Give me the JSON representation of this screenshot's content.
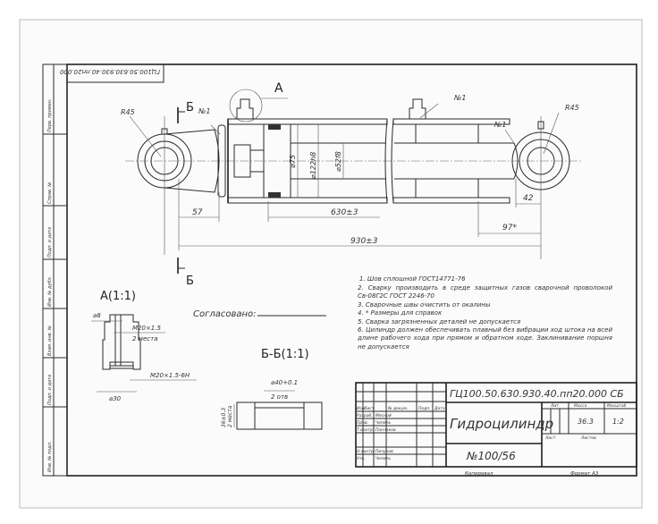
{
  "drawing": {
    "stamp_code": "ГЦ100.50.630.930.40.пп20.000",
    "section_marker": "Б",
    "detail_marker": "А",
    "left_stamp_labels": [
      "Перв. примен.",
      "Справ. №",
      "Подп. и дата",
      "Инв. № дубл.",
      "Взам. инв. №",
      "Подп. и дата",
      "Инв. № подл."
    ],
    "callouts": {
      "weld_left": "№1",
      "weld_right1": "№1",
      "weld_right2": "№1",
      "radius_left": "R45",
      "radius_right": "R45"
    },
    "dimensions": {
      "d_outer": "⌀122h8",
      "d_bore": "⌀75",
      "d_rod": "⌀52f8",
      "d57": "57",
      "d630": "630±3",
      "d930": "930±3",
      "d42": "42",
      "d97": "97*"
    },
    "detail_a": {
      "title": "А(1:1)",
      "d8": "⌀8",
      "thread_top": "M20×1.5",
      "thread_top_note": "2 места",
      "thread_bottom": "M20×1.5-6H",
      "d30": "⌀30"
    },
    "section_bb": {
      "title": "Б-Б(1:1)",
      "d40": "⌀40+0.1",
      "d40_note": "2 отв",
      "height": "36±0.3",
      "height_note": "2 места"
    },
    "approved_label": "Согласовано:",
    "notes": [
      "1. Шов сплошной  ГОСТ14771-76",
      "2. Сварку производить в среде защитных газов сварочной проволокой Св-08Г2С  ГОСТ 2246-70",
      "3. Сварочные швы очистить от окалины",
      "4. * Размеры для справок",
      "5. Сварка загрязненных деталей не допускается",
      "6. Цилиндр должен обеспечивать плавный без вибрации ход штока на всей длине рабочего хода при прямом и обратном ходе. Заклинивание поршня не допускается"
    ]
  },
  "title_block": {
    "designation": "ГЦ100.50.630.930.40.пп20.000 СБ",
    "name": "Гидроцилиндр",
    "number": "№100/56",
    "mass": "36.3",
    "scale": "1:2",
    "col_lit": "Лит.",
    "col_mass": "Масса",
    "col_scale": "Масштаб",
    "sheet": "Лист",
    "sheets": "Листов",
    "row_headers": [
      "Изм.",
      "Лист",
      "№ докум.",
      "Подп.",
      "Дата"
    ],
    "roles": [
      "Разраб.",
      "Пров.",
      "Т.контр.",
      "Н.контр.",
      "Утв."
    ],
    "names": [
      "Мясной",
      "Чепель",
      "Панчаков",
      "Пичуков",
      "Чепель"
    ],
    "copied": "Копировал",
    "format": "Формат  А3"
  }
}
